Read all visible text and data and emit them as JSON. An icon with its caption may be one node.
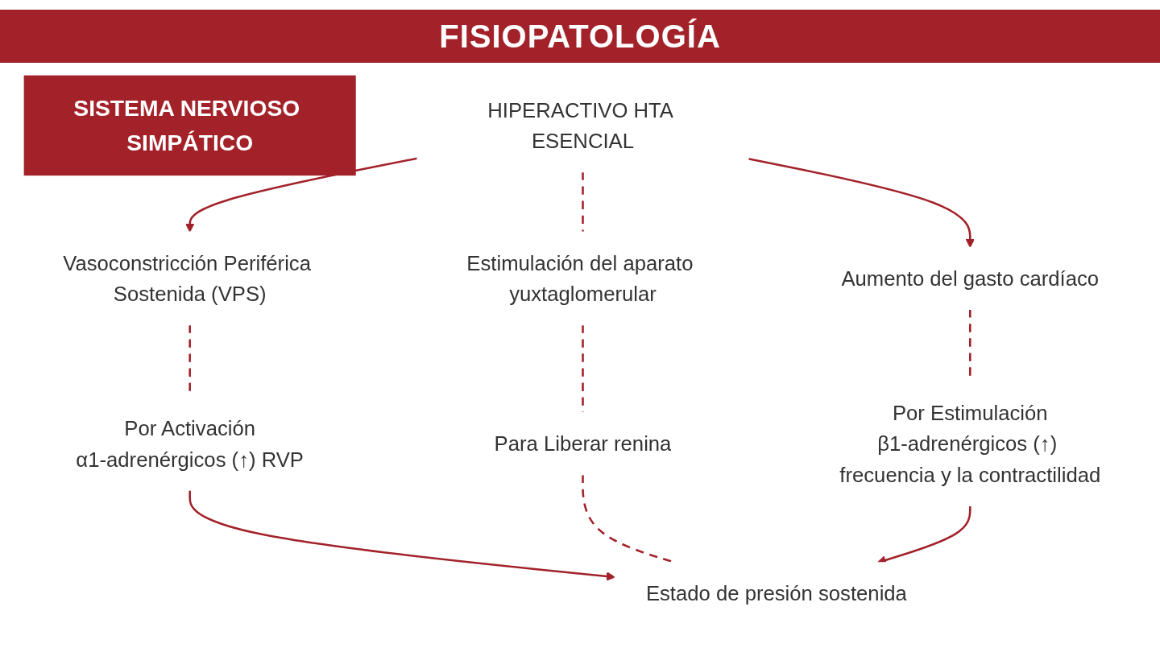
{
  "diagram": {
    "title": "FISIOPATOLOGÍA",
    "nodes": [
      {
        "text": [
          "SISTEMA NERVIOSO SIMPÁTICO"
        ]
      },
      {
        "text": [
          "HIPERACTIVO HTA ESENCIAL"
        ]
      },
      {
        "text": [
          "Vasoconstricción Periférica Sostenida (VPS)"
        ]
      },
      {
        "text": [
          "Estimulación del aparato yuxtaglomerular"
        ]
      },
      {
        "text": [
          "Aumento del gasto cardíaco"
        ]
      },
      {
        "text": [
          "Por Activación",
          "α1-adrenérgicos (↑) RVP"
        ]
      },
      {
        "text": [
          "Para Liberar renina"
        ]
      },
      {
        "text": [
          "Por Estimulación",
          "β1-adrenérgicos (↑) frecuencia y la contractilidad"
        ]
      },
      {
        "text": [
          "Estado de presión sostenida"
        ]
      }
    ],
    "edges": [
      {
        "from": 1,
        "to": 2,
        "arrow": "to"
      },
      {
        "from": 1,
        "to": 3,
        "arrow": "none",
        "style": "dashed"
      },
      {
        "from": 1,
        "to": 4,
        "arrow": "to"
      },
      {
        "from": 2,
        "to": 5,
        "arrow": "none",
        "style": "dashed"
      },
      {
        "from": 3,
        "to": 6,
        "arrow": "none",
        "style": "dashed"
      },
      {
        "from": 4,
        "to": 7,
        "arrow": "none",
        "style": "dashed"
      },
      {
        "from": 5,
        "to": 8,
        "arrow": "to"
      },
      {
        "from": 6,
        "to": 8,
        "arrow": "none",
        "style": "dashed"
      },
      {
        "from": 7,
        "to": 8,
        "arrow": "to"
      }
    ]
  }
}
